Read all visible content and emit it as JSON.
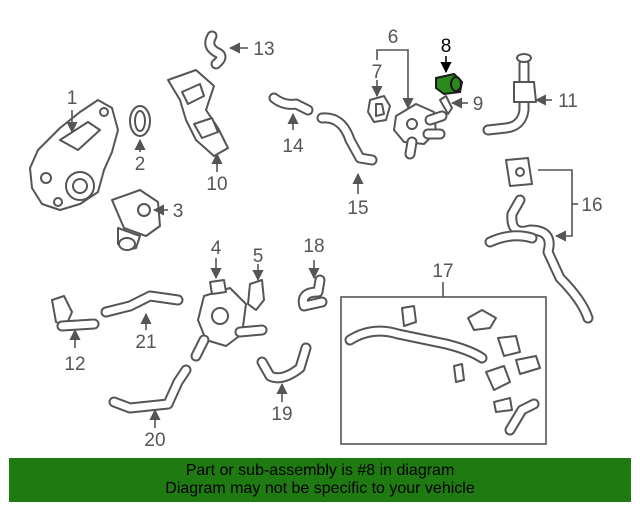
{
  "diagram": {
    "callouts": [
      "1",
      "2",
      "3",
      "4",
      "5",
      "6",
      "7",
      "8",
      "9",
      "10",
      "11",
      "12",
      "13",
      "14",
      "15",
      "16",
      "17",
      "18",
      "19",
      "20",
      "21"
    ],
    "highlighted_callout": "8",
    "line_color": "#555555",
    "highlight_color": "#2a8a1c"
  },
  "banner": {
    "line1": "Part or sub-assembly is #8 in diagram",
    "line2": "Diagram may not be specific to your vehicle",
    "background": "#1f7a12"
  }
}
